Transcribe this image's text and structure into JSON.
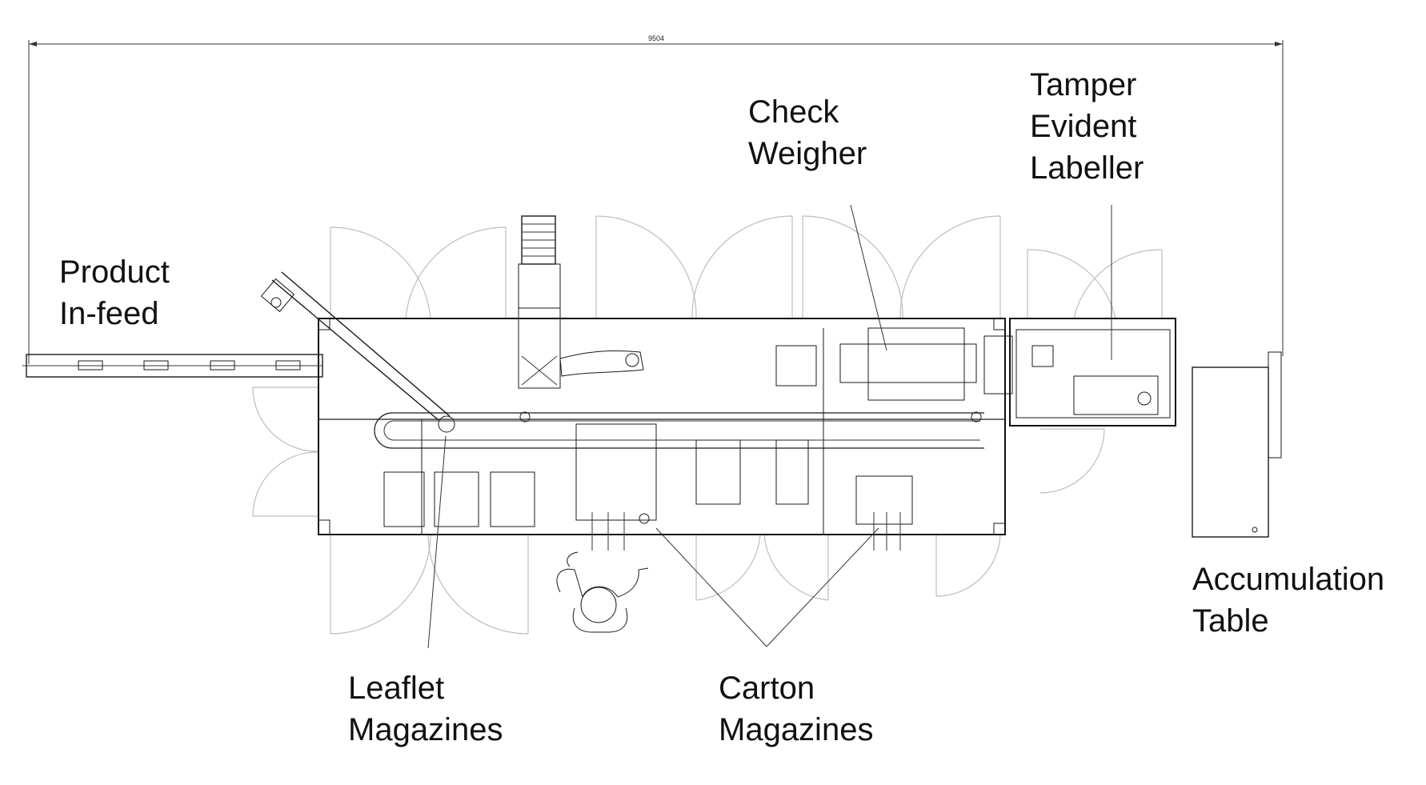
{
  "diagram": {
    "dimension_label": "9504",
    "labels": {
      "product_infeed": [
        "Product",
        "In-feed"
      ],
      "check_weigher": [
        "Check",
        "Weigher"
      ],
      "tamper_labeller": [
        "Tamper",
        "Evident",
        "Labeller"
      ],
      "accumulation_table": [
        "Accumulation",
        "Table"
      ],
      "leaflet_magazines": [
        "Leaflet",
        "Magazines"
      ],
      "carton_magazines": [
        "Carton",
        "Magazines"
      ]
    },
    "colors": {
      "line": "#1a1a1a",
      "door_swing": "#bdbdbd",
      "background": "#ffffff"
    }
  }
}
